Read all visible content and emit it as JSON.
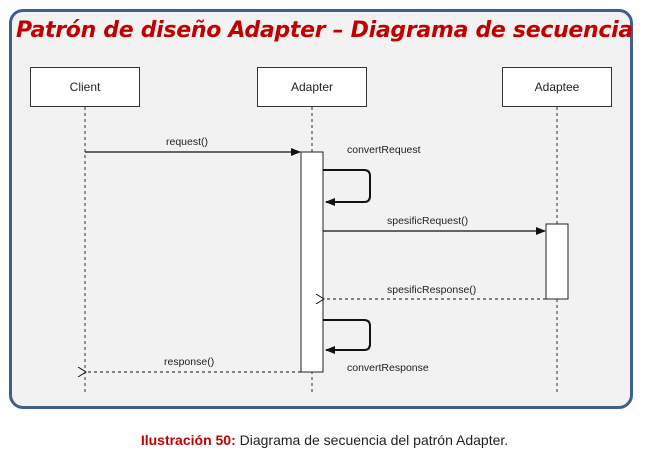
{
  "title": "Patrón de diseño Adapter – Diagrama de secuencia",
  "participants": {
    "client": "Client",
    "adapter": "Adapter",
    "adaptee": "Adaptee"
  },
  "messages": {
    "request": "request()",
    "convert_request": "convertRequest",
    "specific_request": "spesificRequest()",
    "specific_response": "spesificResponse()",
    "convert_response": "convertResponse",
    "response": "response()"
  },
  "caption": {
    "label": "Ilustración 50:",
    "text": " Diagrama de secuencia del patrón Adapter."
  },
  "colors": {
    "frame_border": "#3f5f8f",
    "frame_fill": "#f2f2f2",
    "title": "#c00000",
    "caption_label": "#c00000"
  }
}
